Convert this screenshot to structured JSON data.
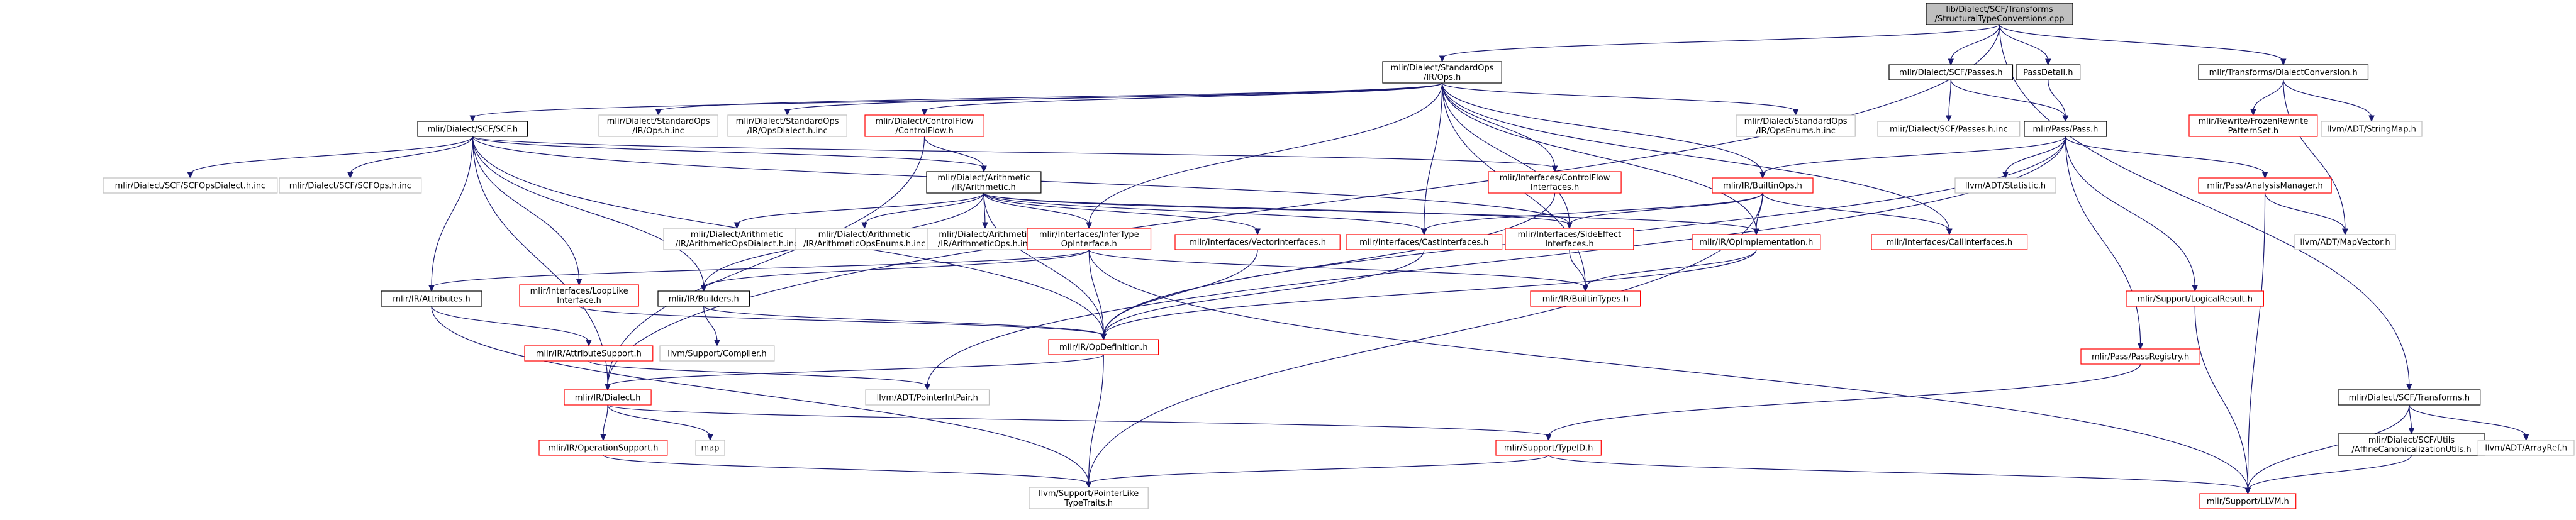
{
  "colors": {
    "edge": "#191970",
    "edge_alt": "#8b8b8b",
    "black": "#000000",
    "red": "#ff0000",
    "gray": "#bfbfbf",
    "root_fill": "#bfbfbf",
    "fill": "#ffffff"
  },
  "nodes": [
    {
      "id": "root",
      "lines": [
        "lib/Dialect/SCF/Transforms",
        "/StructuralTypeConversions.cpp"
      ],
      "style": "root"
    },
    {
      "id": "stdops",
      "lines": [
        "mlir/Dialect/StandardOps",
        "/IR/Ops.h"
      ],
      "style": "black"
    },
    {
      "id": "scfpasses",
      "lines": [
        "mlir/Dialect/SCF/Passes.h"
      ],
      "style": "black"
    },
    {
      "id": "passdetail",
      "lines": [
        "PassDetail.h"
      ],
      "style": "black"
    },
    {
      "id": "dialectconv",
      "lines": [
        "mlir/Transforms/DialectConversion.h"
      ],
      "style": "black"
    },
    {
      "id": "scfh",
      "lines": [
        "mlir/Dialect/SCF/SCF.h"
      ],
      "style": "black"
    },
    {
      "id": "stdopsinc",
      "lines": [
        "mlir/Dialect/StandardOps",
        "/IR/Ops.h.inc"
      ],
      "style": "gray"
    },
    {
      "id": "stdopsdialectinc",
      "lines": [
        "mlir/Dialect/StandardOps",
        "/IR/OpsDialect.h.inc"
      ],
      "style": "gray"
    },
    {
      "id": "controlflow",
      "lines": [
        "mlir/Dialect/ControlFlow",
        "/ControlFlow.h"
      ],
      "style": "red"
    },
    {
      "id": "stdopsenumsinc",
      "lines": [
        "mlir/Dialect/StandardOps",
        "/IR/OpsEnums.h.inc"
      ],
      "style": "gray"
    },
    {
      "id": "scfpassesinc",
      "lines": [
        "mlir/Dialect/SCF/Passes.h.inc"
      ],
      "style": "gray"
    },
    {
      "id": "passpass",
      "lines": [
        "mlir/Pass/Pass.h"
      ],
      "style": "black"
    },
    {
      "id": "rewritefrozen",
      "lines": [
        "mlir/Rewrite/FrozenRewrite",
        "PatternSet.h"
      ],
      "style": "red"
    },
    {
      "id": "stringmap",
      "lines": [
        "llvm/ADT/StringMap.h"
      ],
      "style": "gray"
    },
    {
      "id": "scfopsdialectinc",
      "lines": [
        "mlir/Dialect/SCF/SCFOpsDialect.h.inc"
      ],
      "style": "gray"
    },
    {
      "id": "scfopsinc",
      "lines": [
        "mlir/Dialect/SCF/SCFOps.h.inc"
      ],
      "style": "gray"
    },
    {
      "id": "arith",
      "lines": [
        "mlir/Dialect/Arithmetic",
        "/IR/Arithmetic.h"
      ],
      "style": "black"
    },
    {
      "id": "cfinterfaces",
      "lines": [
        "mlir/Interfaces/ControlFlow",
        "Interfaces.h"
      ],
      "style": "red"
    },
    {
      "id": "builtinops",
      "lines": [
        "mlir/IR/BuiltinOps.h"
      ],
      "style": "red"
    },
    {
      "id": "statistic",
      "lines": [
        "llvm/ADT/Statistic.h"
      ],
      "style": "gray"
    },
    {
      "id": "analysismgr",
      "lines": [
        "mlir/Pass/AnalysisManager.h"
      ],
      "style": "red"
    },
    {
      "id": "arithdialectinc",
      "lines": [
        "mlir/Dialect/Arithmetic",
        "/IR/ArithmeticOpsDialect.h.inc"
      ],
      "style": "gray"
    },
    {
      "id": "arithenumsinc",
      "lines": [
        "mlir/Dialect/Arithmetic",
        "/IR/ArithmeticOpsEnums.h.inc"
      ],
      "style": "gray"
    },
    {
      "id": "arithopsinc",
      "lines": [
        "mlir/Dialect/Arithmetic",
        "/IR/ArithmeticOps.h.inc"
      ],
      "style": "gray"
    },
    {
      "id": "infertype",
      "lines": [
        "mlir/Interfaces/InferType",
        "OpInterface.h"
      ],
      "style": "red"
    },
    {
      "id": "vectorif",
      "lines": [
        "mlir/Interfaces/VectorInterfaces.h"
      ],
      "style": "red"
    },
    {
      "id": "castif",
      "lines": [
        "mlir/Interfaces/CastInterfaces.h"
      ],
      "style": "red"
    },
    {
      "id": "sideeffect",
      "lines": [
        "mlir/Interfaces/SideEffect",
        "Interfaces.h"
      ],
      "style": "red"
    },
    {
      "id": "opimpl",
      "lines": [
        "mlir/IR/OpImplementation.h"
      ],
      "style": "red"
    },
    {
      "id": "callif",
      "lines": [
        "mlir/Interfaces/CallInterfaces.h"
      ],
      "style": "red"
    },
    {
      "id": "mapvector",
      "lines": [
        "llvm/ADT/MapVector.h"
      ],
      "style": "gray"
    },
    {
      "id": "attributes",
      "lines": [
        "mlir/IR/Attributes.h"
      ],
      "style": "black"
    },
    {
      "id": "looplike",
      "lines": [
        "mlir/Interfaces/LoopLike",
        "Interface.h"
      ],
      "style": "red"
    },
    {
      "id": "builders",
      "lines": [
        "mlir/IR/Builders.h"
      ],
      "style": "black"
    },
    {
      "id": "builtintypes",
      "lines": [
        "mlir/IR/BuiltinTypes.h"
      ],
      "style": "red"
    },
    {
      "id": "logicalresult",
      "lines": [
        "mlir/Support/LogicalResult.h"
      ],
      "style": "red"
    },
    {
      "id": "attrsupport",
      "lines": [
        "mlir/IR/AttributeSupport.h"
      ],
      "style": "red"
    },
    {
      "id": "compiler",
      "lines": [
        "llvm/Support/Compiler.h"
      ],
      "style": "gray"
    },
    {
      "id": "opdef",
      "lines": [
        "mlir/IR/OpDefinition.h"
      ],
      "style": "red"
    },
    {
      "id": "passregistry",
      "lines": [
        "mlir/Pass/PassRegistry.h"
      ],
      "style": "red"
    },
    {
      "id": "dialect",
      "lines": [
        "mlir/IR/Dialect.h"
      ],
      "style": "red"
    },
    {
      "id": "pointerintpair",
      "lines": [
        "llvm/ADT/PointerIntPair.h"
      ],
      "style": "gray"
    },
    {
      "id": "scftransforms",
      "lines": [
        "mlir/Dialect/SCF/Transforms.h"
      ],
      "style": "black"
    },
    {
      "id": "opsupport",
      "lines": [
        "mlir/IR/OperationSupport.h"
      ],
      "style": "red"
    },
    {
      "id": "map",
      "lines": [
        "map"
      ],
      "style": "gray"
    },
    {
      "id": "typeid",
      "lines": [
        "mlir/Support/TypeID.h"
      ],
      "style": "red"
    },
    {
      "id": "affinecanon",
      "lines": [
        "mlir/Dialect/SCF/Utils",
        "/AffineCanonicalizationUtils.h"
      ],
      "style": "black"
    },
    {
      "id": "arrayref",
      "lines": [
        "llvm/ADT/ArrayRef.h"
      ],
      "style": "gray"
    },
    {
      "id": "pointerlike",
      "lines": [
        "llvm/Support/PointerLike",
        "TypeTraits.h"
      ],
      "style": "gray"
    },
    {
      "id": "llvmh",
      "lines": [
        "mlir/Support/LLVM.h"
      ],
      "style": "red"
    }
  ],
  "edges": [
    [
      "root",
      "stdops"
    ],
    [
      "root",
      "scfpasses"
    ],
    [
      "root",
      "passdetail"
    ],
    [
      "root",
      "dialectconv"
    ],
    [
      "root",
      "dialect"
    ],
    [
      "root",
      "scftransforms"
    ],
    [
      "stdops",
      "scfh"
    ],
    [
      "stdops",
      "stdopsinc"
    ],
    [
      "stdops",
      "stdopsdialectinc"
    ],
    [
      "stdops",
      "controlflow"
    ],
    [
      "stdops",
      "stdopsenumsinc"
    ],
    [
      "stdops",
      "cfinterfaces"
    ],
    [
      "stdops",
      "builtinops"
    ],
    [
      "stdops",
      "infertype"
    ],
    [
      "stdops",
      "castif"
    ],
    [
      "stdops",
      "sideeffect"
    ],
    [
      "stdops",
      "opimpl"
    ],
    [
      "stdops",
      "callif"
    ],
    [
      "stdops",
      "builtintypes"
    ],
    [
      "scfpasses",
      "scfpassesinc"
    ],
    [
      "scfpasses",
      "passpass"
    ],
    [
      "passdetail",
      "passpass"
    ],
    [
      "dialectconv",
      "rewritefrozen"
    ],
    [
      "dialectconv",
      "stringmap"
    ],
    [
      "dialectconv",
      "mapvector"
    ],
    [
      "scfh",
      "scfopsdialectinc"
    ],
    [
      "scfh",
      "scfopsinc"
    ],
    [
      "scfh",
      "arith"
    ],
    [
      "scfh",
      "attributes"
    ],
    [
      "scfh",
      "looplike"
    ],
    [
      "scfh",
      "builders"
    ],
    [
      "scfh",
      "dialect"
    ],
    [
      "scfh",
      "opdef"
    ],
    [
      "scfh",
      "cfinterfaces"
    ],
    [
      "scfh",
      "sideeffect"
    ],
    [
      "controlflow",
      "arith"
    ],
    [
      "controlflow",
      "dialect"
    ],
    [
      "passpass",
      "builtinops"
    ],
    [
      "passpass",
      "statistic"
    ],
    [
      "passpass",
      "analysismgr"
    ],
    [
      "passpass",
      "logicalresult"
    ],
    [
      "passpass",
      "passregistry"
    ],
    [
      "passpass",
      "opdef"
    ],
    [
      "passpass",
      "pointerintpair"
    ],
    [
      "arith",
      "arithdialectinc"
    ],
    [
      "arith",
      "arithenumsinc"
    ],
    [
      "arith",
      "arithopsinc"
    ],
    [
      "arith",
      "infertype"
    ],
    [
      "arith",
      "vectorif"
    ],
    [
      "arith",
      "castif"
    ],
    [
      "arith",
      "sideeffect"
    ],
    [
      "arith",
      "opimpl"
    ],
    [
      "arith",
      "opdef"
    ],
    [
      "arith",
      "builders"
    ],
    [
      "cfinterfaces",
      "opdef"
    ],
    [
      "builtinops",
      "castif"
    ],
    [
      "builtinops",
      "sideeffect"
    ],
    [
      "builtinops",
      "opimpl"
    ],
    [
      "builtinops",
      "callif"
    ],
    [
      "builtinops",
      "pointerlike"
    ],
    [
      "analysismgr",
      "mapvector"
    ],
    [
      "analysismgr",
      "llvmh"
    ],
    [
      "infertype",
      "builders"
    ],
    [
      "infertype",
      "opdef"
    ],
    [
      "infertype",
      "builtintypes"
    ],
    [
      "infertype",
      "llvmh"
    ],
    [
      "infertype",
      "attributes"
    ],
    [
      "vectorif",
      "opdef"
    ],
    [
      "castif",
      "opdef"
    ],
    [
      "sideeffect",
      "builtintypes"
    ],
    [
      "opimpl",
      "opdef"
    ],
    [
      "opimpl",
      "builtintypes"
    ],
    [
      "attributes",
      "attrsupport"
    ],
    [
      "attributes",
      "pointerlike"
    ],
    [
      "looplike",
      "opdef"
    ],
    [
      "builders",
      "opdef"
    ],
    [
      "builders",
      "compiler"
    ],
    [
      "attrsupport",
      "pointerintpair"
    ],
    [
      "opdef",
      "dialect"
    ],
    [
      "opdef",
      "pointerlike"
    ],
    [
      "logicalresult",
      "llvmh"
    ],
    [
      "passregistry",
      "typeid"
    ],
    [
      "dialect",
      "opsupport"
    ],
    [
      "dialect",
      "map"
    ],
    [
      "dialect",
      "typeid"
    ],
    [
      "opsupport",
      "pointerlike"
    ],
    [
      "typeid",
      "pointerlike"
    ],
    [
      "typeid",
      "llvmh"
    ],
    [
      "scftransforms",
      "affinecanon"
    ],
    [
      "scftransforms",
      "arrayref"
    ],
    [
      "scftransforms",
      "llvmh"
    ],
    [
      "affinecanon",
      "llvmh"
    ]
  ]
}
